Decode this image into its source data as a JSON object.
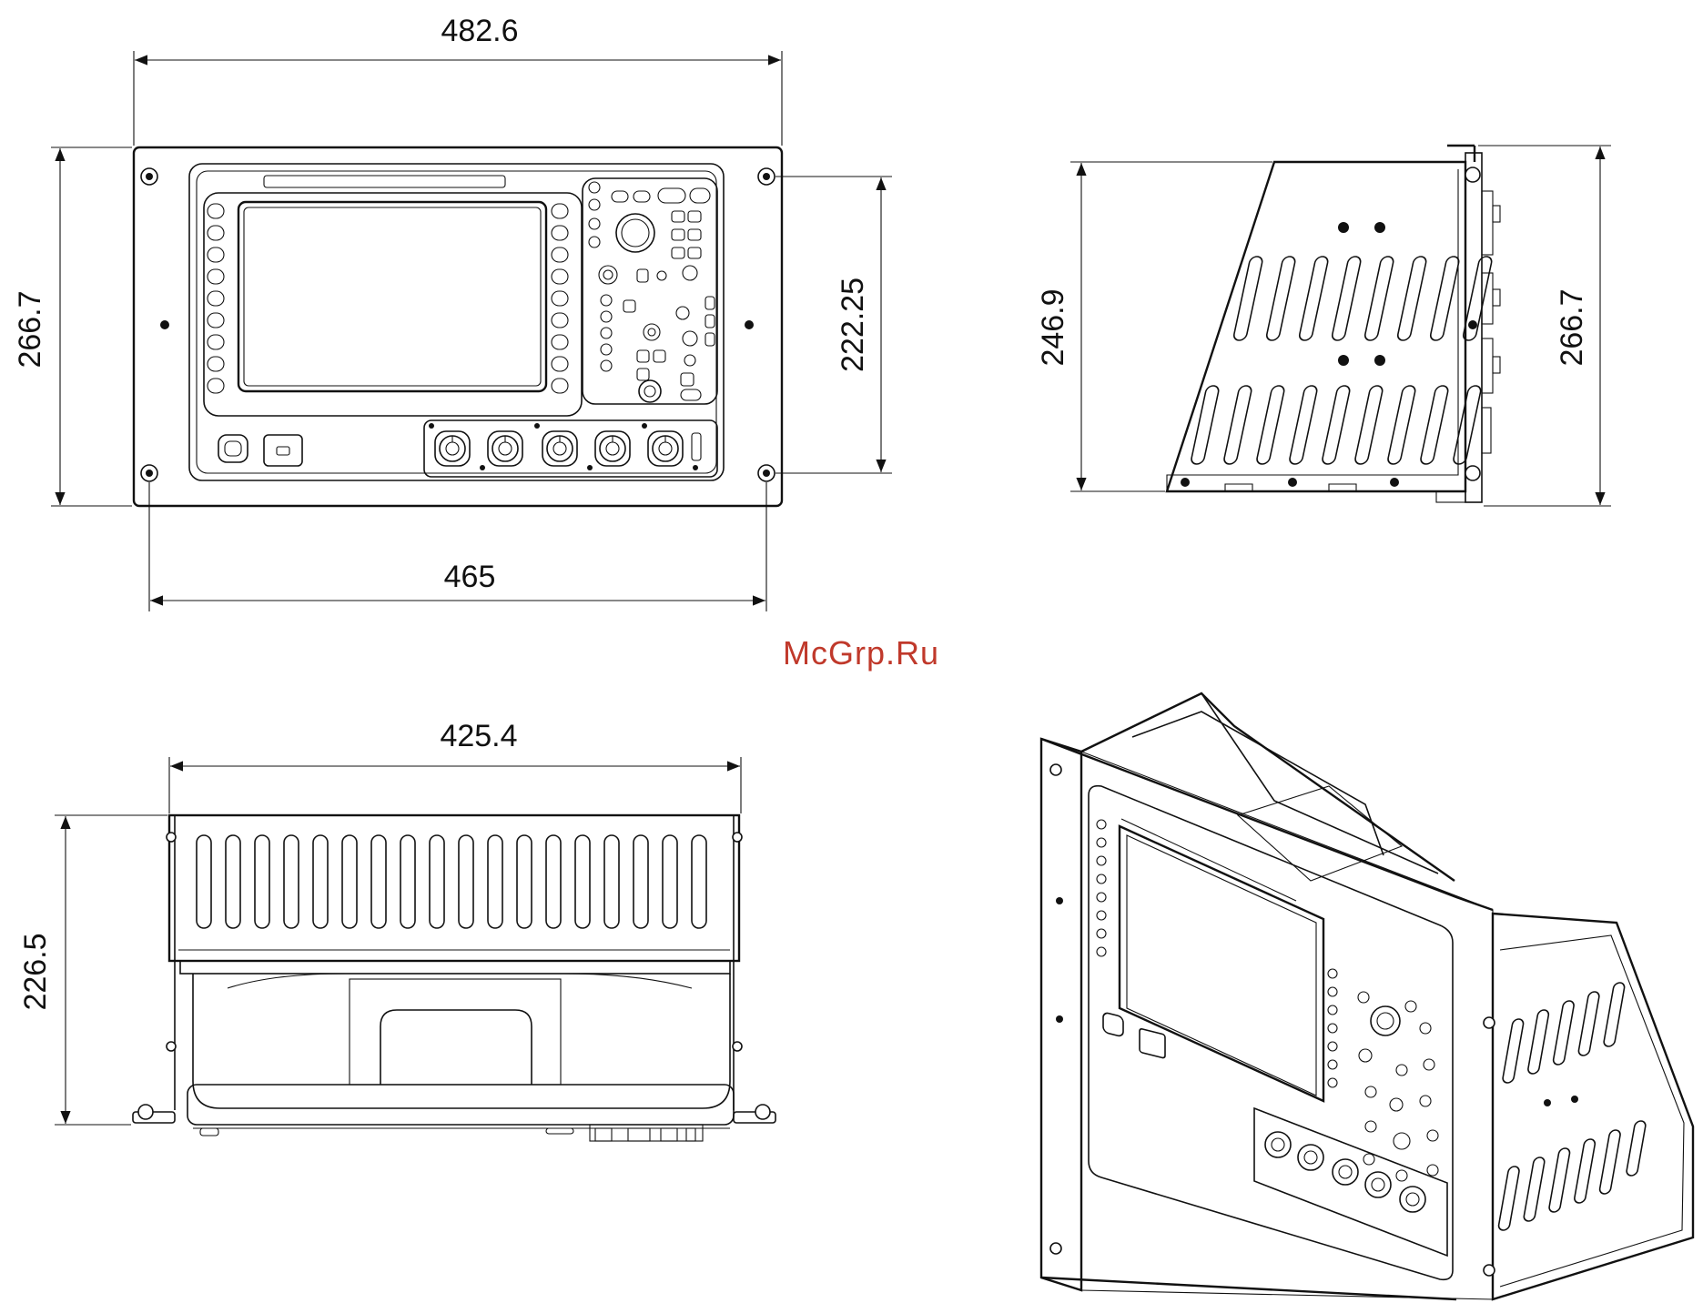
{
  "watermark": "McGrp.Ru",
  "front_view": {
    "overall_width": "482.6",
    "overall_height": "266.7",
    "hole_spacing_horizontal": "465",
    "hole_spacing_vertical": "222.25"
  },
  "side_view": {
    "bracket_height": "246.9",
    "overall_height": "266.7"
  },
  "top_view": {
    "width": "425.4",
    "depth": "226.5"
  },
  "colors": {
    "line": "#111111",
    "watermark": "#c0392b"
  }
}
